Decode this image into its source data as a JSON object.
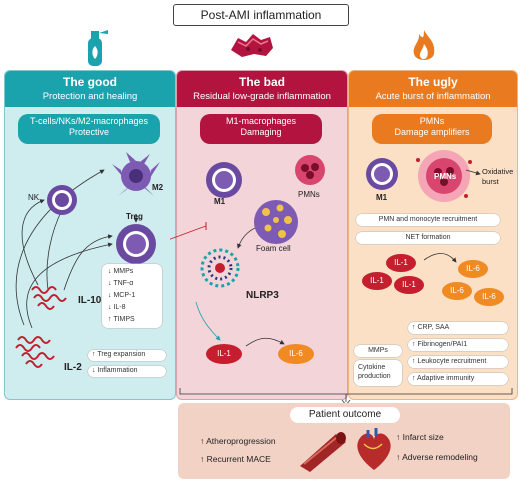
{
  "title": "Post-AMI inflammation",
  "good": {
    "title": "The good",
    "subtitle": "Protection and healing",
    "subhead_title": "T-cells/NKs/M2-macrophages",
    "subhead_sub": "Protective",
    "cells": {
      "nk": "NK",
      "m2": "M2",
      "treg": "Treg"
    },
    "il10": "IL-10",
    "il2": "IL-2",
    "il10_effects": [
      "↓ MMPs",
      "↓ TNF-α",
      "↓ MCP-1",
      "↓ IL-8",
      "↑ TIMPS"
    ],
    "il2_effects": [
      "↑ Treg expansion",
      "↓ Inflammation"
    ]
  },
  "bad": {
    "title": "The bad",
    "subtitle": "Residual low-grade inflammation",
    "subhead_title": "M1-macrophages",
    "subhead_sub": "Damaging",
    "cells": {
      "m1": "M1",
      "pmns": "PMNs",
      "foam": "Foam cell",
      "nlrp3": "NLRP3"
    },
    "il1": "IL-1",
    "il6": "IL-6"
  },
  "ugly": {
    "title": "The ugly",
    "subtitle": "Acute burst of inflammation",
    "subhead_title": "PMNs",
    "subhead_sub": "Damage amplifiers",
    "cells": {
      "m1": "M1",
      "pmns": "PMNs",
      "oxidative": "Oxidative burst"
    },
    "pills": [
      "PMN and monocyte recruitment",
      "NET formation"
    ],
    "il1": "IL-1",
    "il6": "IL-6",
    "mmps": "MMPs",
    "cytokine": "Cytokine production",
    "effects": [
      "↑ CRP, SAA",
      "↑ Fibrinogen/PAI1",
      "↑ Leukocyte recruitment",
      "↑ Adaptive immunity"
    ]
  },
  "outcome": {
    "title": "Patient outcome",
    "left": [
      "↑ Atheroprogression",
      "↑ Recurrent MACE"
    ],
    "right": [
      "↑ Infarct size",
      "↑ Adverse remodeling"
    ]
  },
  "colors": {
    "good_head": "#1aa3ad",
    "good_bg": "#cfecee",
    "bad_head": "#b3143f",
    "bad_bg": "#f2d4d9",
    "ugly_head": "#ea7a1f",
    "ugly_bg": "#fbe0c6",
    "outcome_bg": "#f3d2c6",
    "il1": "#c41e2f",
    "il6": "#f08a23"
  }
}
